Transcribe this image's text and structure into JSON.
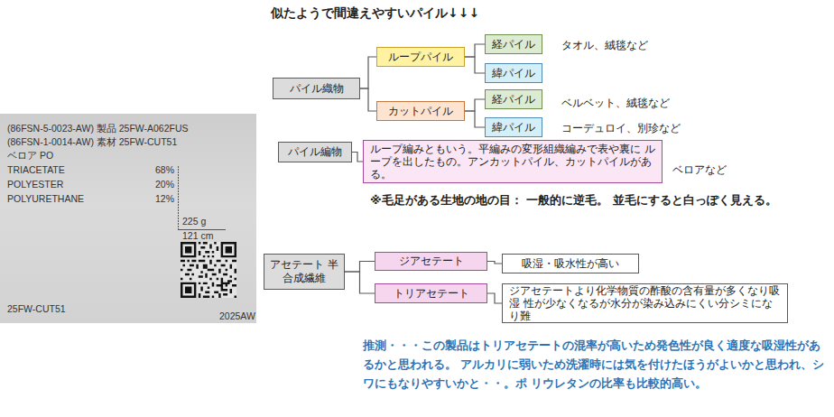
{
  "diagram": {
    "title": "似たようで間違えやすいパイル↓↓↓",
    "nodes": [
      {
        "text": [
          "(86FSN-5-0023-AW) 製品 25FW-A062FUS",
          "(86FSN-1-0014-AW) 素材 25FW-CUT51",
          "ベロア PO",
          "TRIACETATE",
          "68%",
          "POLYESTER",
          "20%",
          "POLYURETHANE",
          "12%",
          "225 g",
          "121 cm",
          "25FW-CUT51",
          "2025AW"
        ]
      },
      {
        "text": [
          "パイル織物"
        ]
      },
      {
        "text": [
          "ループパイル"
        ]
      },
      {
        "text": [
          "経パイル"
        ]
      },
      {
        "text": [
          "緯パイル"
        ]
      },
      {
        "text": [
          "カットパイル"
        ]
      },
      {
        "text": [
          "経パイル"
        ]
      },
      {
        "text": [
          "緯パイル"
        ]
      },
      {
        "text": [
          "パイル編物"
        ]
      },
      {
        "text": [
          "ループ編みともいう。平編みの変形組織編みで表や裏に ループを出したもの。アンカットパイル、カットパイルがある。"
        ]
      },
      {
        "text": [
          "アセテート 半合成繊維"
        ]
      },
      {
        "text": [
          "ジアセテート"
        ]
      },
      {
        "text": [
          "トリアセテート"
        ]
      },
      {
        "text": [
          "吸湿・吸水性が高い"
        ]
      },
      {
        "text": [
          "ジアセテートより化学物質の酢酸の含有量が多くなり吸湿 性が少なくなるが水分が染み込みにくい分シミになり難"
        ]
      }
    ],
    "edges": [
      {
        "from": 1,
        "to": 2,
        "arrow": "none"
      },
      {
        "from": 1,
        "to": 5,
        "arrow": "none"
      },
      {
        "from": 2,
        "to": 3,
        "arrow": "none"
      },
      {
        "from": 2,
        "to": 4,
        "arrow": "none"
      },
      {
        "from": 5,
        "to": 6,
        "arrow": "none"
      },
      {
        "from": 5,
        "to": 7,
        "arrow": "none"
      },
      {
        "from": 8,
        "to": 9,
        "arrow": "none"
      },
      {
        "from": 10,
        "to": 11,
        "arrow": "none"
      },
      {
        "from": 10,
        "to": 12,
        "arrow": "none"
      },
      {
        "from": 11,
        "to": 13,
        "arrow": "none"
      },
      {
        "from": 12,
        "to": 14,
        "arrow": "none"
      }
    ],
    "labels": [
      "タオル、絨毯など",
      "ベルベット、絨毯など",
      "コーデュロイ、別珍など",
      "ベロアなど",
      "※毛足がある生地の地の目： 一般的に逆毛。 並毛にすると白っぽく見える。",
      "推測・・・この製品はトリアセテートの混率が高いため発色性が良く適度な吸湿性があるかと思われる。 アルカリに弱いため洗濯時には気を付けたほうがよいかと思われ、シワにもなりやすいかと・・。ポ リウレタンの比率も比較的高い。"
    ]
  }
}
